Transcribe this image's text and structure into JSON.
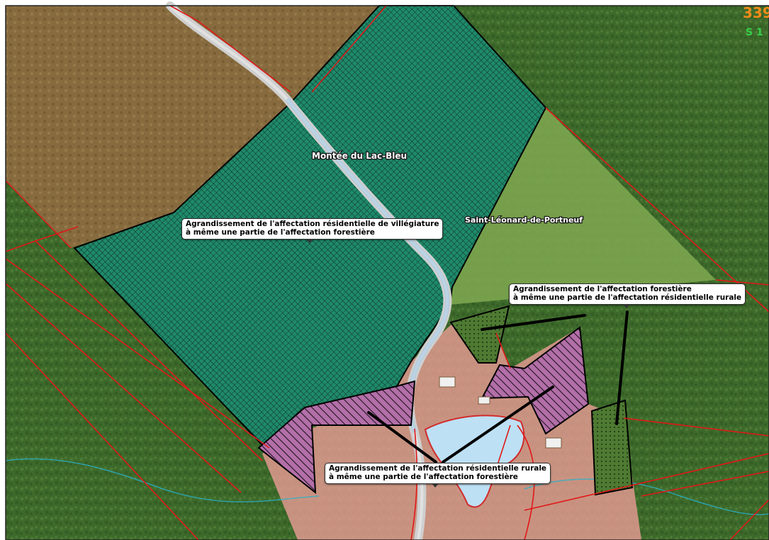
{
  "map": {
    "road_label": "Montée du Lac-Bleu",
    "municipality_label": "Saint-Léonard-de-Portneuf",
    "corner_number": "339",
    "corner_subtext": "S 1",
    "colors": {
      "forest": "#3f6b2a",
      "cleared_brown": "#8a6a3e",
      "residential_villegiature": "#1f8a6a",
      "forest_affectation": "#79a04a",
      "rural_residential": "#e6a09a",
      "hatch_purple": "#b06aa8",
      "lake": "#bfe0f5",
      "lot_line": "#e01818",
      "road": "#d8d8d8"
    }
  },
  "callouts": [
    {
      "line1": "Agrandissement de l'affectation résidentielle de villégiature",
      "line2": "à même une partie de l'affectation forestière"
    },
    {
      "line1": "Agrandissement de l'affectation forestière",
      "line2": "à même une partie de l'affectation résidentielle rurale"
    },
    {
      "line1": "Agrandissement de l'affectation résidentielle rurale",
      "line2": "à même une partie de l'affectation forestière"
    }
  ]
}
